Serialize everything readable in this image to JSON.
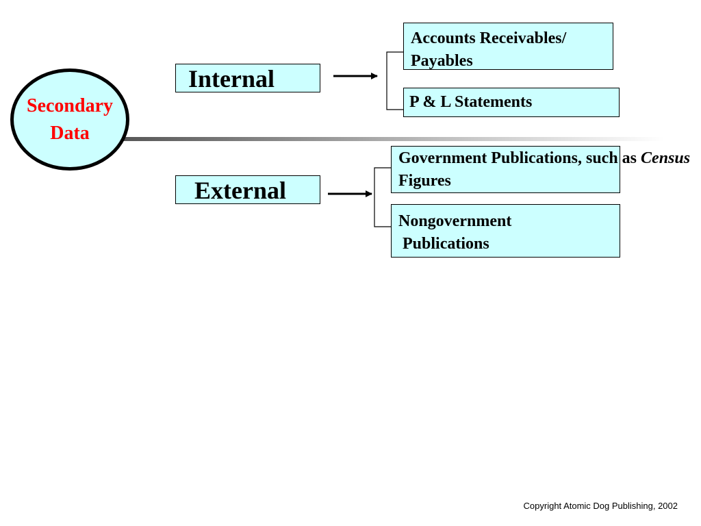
{
  "center": {
    "label": "Secondary\nData",
    "text_color": "#ff0000",
    "fill_color": "#ccffff"
  },
  "categories": [
    {
      "label": "Internal",
      "children": [
        "Accounts Receivables/\nPayables",
        "P & L Statements"
      ]
    },
    {
      "label": "External",
      "children": [
        {
          "before": "Government Publications, such as ",
          "italic": "Census",
          "after": " Figures"
        },
        "Nongovernment\n Publications"
      ]
    }
  ],
  "footer": {
    "copyright": "Copyright Atomic Dog Publishing, 2002"
  }
}
